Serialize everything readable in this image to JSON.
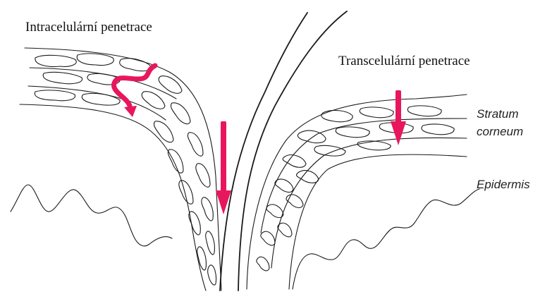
{
  "labels": {
    "intracellular": "Intracelulární penetrace",
    "transcellular": "Transcelulární penetrace",
    "stratum_corneum_line1": "Stratum",
    "stratum_corneum_line2": "corneum",
    "epidermis": "Epidermis"
  },
  "colors": {
    "arrow": "#e8175d",
    "line": "#1a1a1a",
    "background": "#ffffff"
  }
}
